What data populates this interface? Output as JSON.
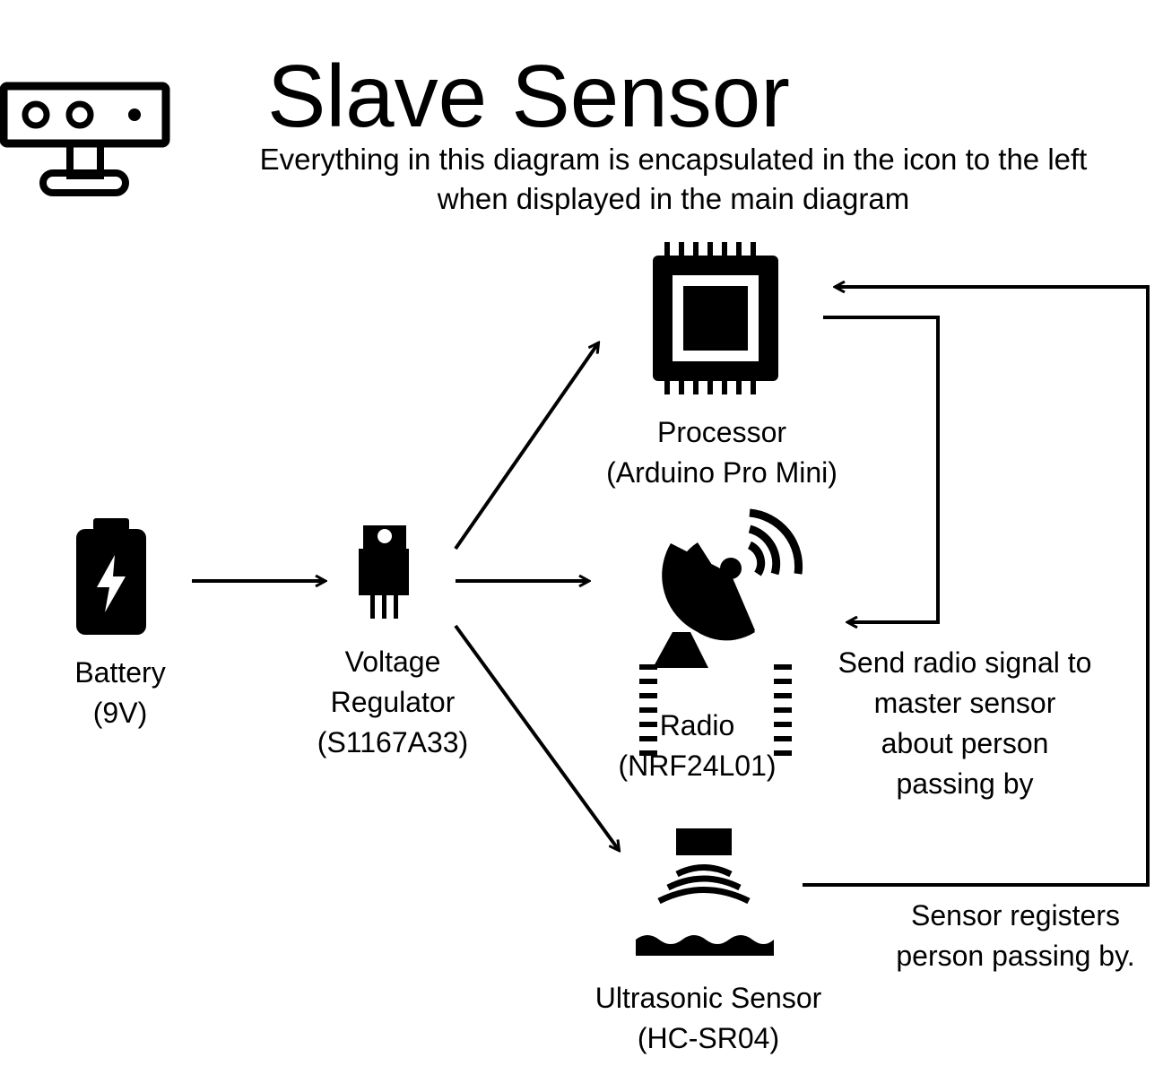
{
  "diagram": {
    "title": "Slave Sensor",
    "subtitle_line1": "Everything in this diagram is encapsulated in the icon to the left",
    "subtitle_line2": "when displayed in the main diagram",
    "nodes": {
      "battery": {
        "name": "Battery",
        "model": "(9V)",
        "icon": "battery-icon"
      },
      "regulator": {
        "name_line1": "Voltage",
        "name_line2": "Regulator",
        "model": "(S1167A33)",
        "icon": "voltage-regulator-icon"
      },
      "processor": {
        "name": "Processor",
        "model": "(Arduino Pro Mini)",
        "icon": "cpu-chip-icon"
      },
      "radio": {
        "name": "Radio",
        "model": "(NRF24L01)",
        "icon": "satellite-dish-icon"
      },
      "ultrasonic": {
        "name": "Ultrasonic Sensor",
        "model": "(HC-SR04)",
        "icon": "ultrasonic-sensor-icon"
      }
    },
    "annotations": {
      "radio_signal": {
        "line1": "Send radio signal to",
        "line2": "master sensor",
        "line3": "about person",
        "line4": "passing by"
      },
      "sensor_registers": {
        "line1": "Sensor registers",
        "line2": "person passing by."
      }
    },
    "header_icon": "slave-sensor-device-icon",
    "colors": {
      "ink": "#000000",
      "background": "#ffffff"
    }
  }
}
